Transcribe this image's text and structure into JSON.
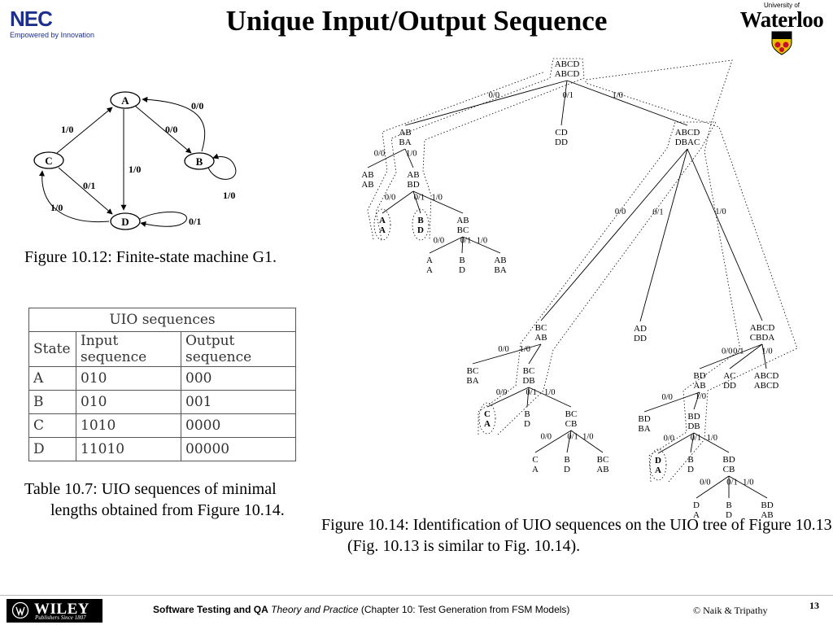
{
  "slide": {
    "title": "Unique Input/Output Sequence",
    "page_number": "13"
  },
  "logos": {
    "nec_word": "NEC",
    "nec_tagline": "Empowered by Innovation",
    "uw_small": "University of",
    "uw_big": "Waterloo",
    "wiley_word": "WILEY",
    "wiley_sub": "Publishers Since 1807"
  },
  "colors": {
    "nec_blue": "#1d2f8c",
    "wiley_black": "#000000",
    "uw_shield_gold": "#e8c200",
    "uw_shield_red": "#c8102e"
  },
  "fsm": {
    "states": [
      "A",
      "B",
      "C",
      "D"
    ],
    "edge_labels": {
      "a_to_b": "0/0",
      "b_to_a": "0/0",
      "c_to_a": "1/0",
      "a_to_d": "1/0",
      "c_to_d": "0/1",
      "d_to_c": "1/0",
      "b_self": "1/0",
      "d_self": "0/1"
    }
  },
  "captions": {
    "fig_10_12": "Figure 10.12: Finite-state machine G1.",
    "table_10_7": "Table 10.7: UIO sequences of minimal lengths obtained from Figure 10.14.",
    "fig_10_14": "Figure 10.14: Identification of UIO sequences on the UIO tree of Figure 10.13 (Fig. 10.13 is similar to Fig. 10.14)."
  },
  "uio_table": {
    "title": "UIO sequences",
    "headers": [
      "State",
      "Input sequence",
      "Output sequence"
    ],
    "rows": [
      [
        "A",
        "010",
        "000"
      ],
      [
        "B",
        "010",
        "001"
      ],
      [
        "C",
        "1010",
        "0000"
      ],
      [
        "D",
        "11010",
        "00000"
      ]
    ]
  },
  "uio_tree": {
    "nodes": [
      {
        "id": "root",
        "top": "ABCD",
        "bottom": "ABCD"
      },
      {
        "id": "n_abba",
        "top": "AB",
        "bottom": "BA"
      },
      {
        "id": "n_cddd",
        "top": "CD",
        "bottom": "DD"
      },
      {
        "id": "n_abcd_dbac",
        "top": "ABCD",
        "bottom": "DBAC"
      },
      {
        "id": "n_abab",
        "top": "AB",
        "bottom": "AB"
      },
      {
        "id": "n_abbd",
        "top": "AB",
        "bottom": "BD"
      },
      {
        "id": "n_aa",
        "top": "A",
        "bottom": "A"
      },
      {
        "id": "n_bd",
        "top": "B",
        "bottom": "D"
      },
      {
        "id": "n_abbc",
        "top": "AB",
        "bottom": "BC"
      },
      {
        "id": "n_aa2",
        "top": "A",
        "bottom": "A"
      },
      {
        "id": "n_bd2",
        "top": "B",
        "bottom": "D"
      },
      {
        "id": "n_abba2",
        "top": "AB",
        "bottom": "BA"
      },
      {
        "id": "n_bcab",
        "top": "BC",
        "bottom": "AB"
      },
      {
        "id": "n_addd",
        "top": "AD",
        "bottom": "DD"
      },
      {
        "id": "n_abcd_cbda",
        "top": "ABCD",
        "bottom": "CBDA"
      },
      {
        "id": "n_bcba",
        "top": "BC",
        "bottom": "BA"
      },
      {
        "id": "n_bcdb",
        "top": "BC",
        "bottom": "DB"
      },
      {
        "id": "n_ca",
        "top": "C",
        "bottom": "A"
      },
      {
        "id": "n_bd3",
        "top": "B",
        "bottom": "D"
      },
      {
        "id": "n_bccb",
        "top": "BC",
        "bottom": "CB"
      },
      {
        "id": "n_ca2",
        "top": "C",
        "bottom": "A"
      },
      {
        "id": "n_bd4",
        "top": "B",
        "bottom": "D"
      },
      {
        "id": "n_bcab2",
        "top": "BC",
        "bottom": "AB"
      },
      {
        "id": "n_bdab",
        "top": "BD",
        "bottom": "AB"
      },
      {
        "id": "n_acdd",
        "top": "AC",
        "bottom": "DD"
      },
      {
        "id": "n_abcd_abcd",
        "top": "ABCD",
        "bottom": "ABCD"
      },
      {
        "id": "n_bdba",
        "top": "BD",
        "bottom": "BA"
      },
      {
        "id": "n_bddb",
        "top": "BD",
        "bottom": "DB"
      },
      {
        "id": "n_da",
        "top": "D",
        "bottom": "A"
      },
      {
        "id": "n_bd5",
        "top": "B",
        "bottom": "D"
      },
      {
        "id": "n_bdcb",
        "top": "BD",
        "bottom": "CB"
      },
      {
        "id": "n_da2",
        "top": "D",
        "bottom": "A"
      },
      {
        "id": "n_bd6",
        "top": "B",
        "bottom": "D"
      },
      {
        "id": "n_bdab2",
        "top": "BD",
        "bottom": "AB"
      }
    ],
    "edges": [
      {
        "from": "root",
        "to": "n_abba",
        "label": "0/0"
      },
      {
        "from": "root",
        "to": "n_cddd",
        "label": "0/1"
      },
      {
        "from": "root",
        "to": "n_abcd_dbac",
        "label": "1/0"
      },
      {
        "from": "n_abba",
        "to": "n_abab",
        "label": "0/0"
      },
      {
        "from": "n_abba",
        "to": "n_abbd",
        "label": "1/0"
      },
      {
        "from": "n_abbd",
        "to": "n_aa",
        "label": "0/0"
      },
      {
        "from": "n_abbd",
        "to": "n_bd",
        "label": "0/1"
      },
      {
        "from": "n_abbd",
        "to": "n_abbc",
        "label": "1/0"
      },
      {
        "from": "n_abbc",
        "to": "n_aa2",
        "label": "0/0"
      },
      {
        "from": "n_abbc",
        "to": "n_bd2",
        "label": "0/1"
      },
      {
        "from": "n_abbc",
        "to": "n_abba2",
        "label": "1/0"
      },
      {
        "from": "n_abcd_dbac",
        "to": "n_bcab",
        "label": "0/0"
      },
      {
        "from": "n_abcd_dbac",
        "to": "n_addd",
        "label": "0/1"
      },
      {
        "from": "n_abcd_dbac",
        "to": "n_abcd_cbda",
        "label": "1/0"
      },
      {
        "from": "n_bcab",
        "to": "n_bcba",
        "label": "0/0"
      },
      {
        "from": "n_bcab",
        "to": "n_bcdb",
        "label": "1/0"
      },
      {
        "from": "n_bcdb",
        "to": "n_ca",
        "label": "0/0"
      },
      {
        "from": "n_bcdb",
        "to": "n_bd3",
        "label": "0/1"
      },
      {
        "from": "n_bcdb",
        "to": "n_bccb",
        "label": "1/0"
      },
      {
        "from": "n_bccb",
        "to": "n_ca2",
        "label": "0/0"
      },
      {
        "from": "n_bccb",
        "to": "n_bd4",
        "label": "0/1"
      },
      {
        "from": "n_bccb",
        "to": "n_bcab2",
        "label": "1/0"
      },
      {
        "from": "n_abcd_cbda",
        "to": "n_bdab",
        "label": "0/0"
      },
      {
        "from": "n_abcd_cbda",
        "to": "n_acdd",
        "label": "0/1"
      },
      {
        "from": "n_abcd_cbda",
        "to": "n_abcd_abcd",
        "label": "1/0"
      },
      {
        "from": "n_bdab",
        "to": "n_bdba",
        "label": "0/0"
      },
      {
        "from": "n_bdab",
        "to": "n_bddb",
        "label": "1/0"
      },
      {
        "from": "n_bddb",
        "to": "n_da",
        "label": "0/0"
      },
      {
        "from": "n_bddb",
        "to": "n_bd5",
        "label": "0/1"
      },
      {
        "from": "n_bddb",
        "to": "n_bdcb",
        "label": "1/0"
      },
      {
        "from": "n_bdcb",
        "to": "n_da2",
        "label": "0/0"
      },
      {
        "from": "n_bdcb",
        "to": "n_bd6",
        "label": "0/1"
      },
      {
        "from": "n_bdcb",
        "to": "n_bdab2",
        "label": "1/0"
      }
    ]
  },
  "footer": {
    "book_title": "Software Testing and QA",
    "book_subtitle": "Theory and Practice",
    "chapter": "(Chapter 10: Test Generation from FSM Models)",
    "copyright": "© Naik & Tripathy"
  }
}
